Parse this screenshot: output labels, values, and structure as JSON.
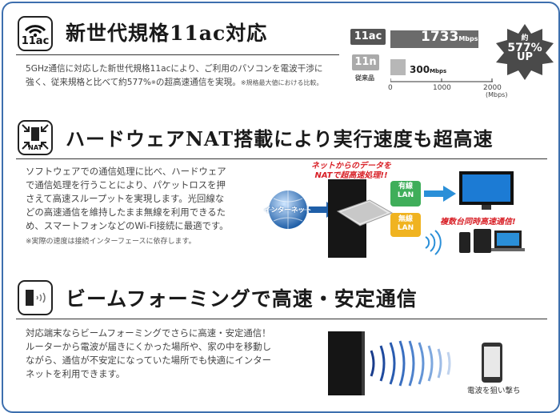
{
  "section1": {
    "icon_label": "11ac",
    "heading": "新世代規格11ac対応",
    "body_line1": "5GHz通信に対応した新世代規格11acにより、ご利用のパソコンを電波干渉に",
    "body_line2": "強く、従来規格と比べて約577%",
    "body_asterisk": "※",
    "body_line2b": "の超高速通信を実現。",
    "body_note": "※規格最大値における比較。",
    "chart": {
      "badge_new": "11ac",
      "badge_old": "11n",
      "old_caption": "従来品",
      "new_value": "1733",
      "old_value": "300",
      "unit": "Mbps",
      "axis_ticks": [
        "0",
        "1000",
        "2000"
      ],
      "axis_unit": "(Mbps)",
      "burst_line1": "約",
      "burst_line2": "577%",
      "burst_line3": "UP"
    }
  },
  "chart_data": {
    "type": "bar",
    "categories": [
      "11ac",
      "11n"
    ],
    "values": [
      1733,
      300
    ],
    "xlim": [
      0,
      2000
    ],
    "unit": "Mbps"
  },
  "section2": {
    "icon_label": "NAT",
    "heading": "ハードウェアNAT搭載により実行速度も超高速",
    "body": [
      "ソフトウェアでの通信処理に比べ、ハードウェア",
      "で通信処理を行うことにより、パケットロスを押",
      "さえて高速スループットを実現します。光回線な",
      "どの高速通信を維持したまま無線を利用できるた",
      "め、スマートフォンなどのWi-Fi接続に最適です。"
    ],
    "note": "※実際の速度は接続インターフェースに依存します。",
    "diagram": {
      "callout_line1": "ネットからのデータを",
      "callout_line2": "NATで超高速処理!!",
      "internet": "インターネット",
      "wired_line1": "有線",
      "wired_line2": "LAN",
      "wireless_line1": "無線",
      "wireless_line2": "LAN",
      "multi": "複数台同時高速通信!"
    }
  },
  "section3": {
    "heading": "ビームフォーミングで高速・安定通信",
    "body": [
      "対応端末ならビームフォーミングでさらに高速・安定通信！",
      "ルーターから電波が届きにくかった場所や、家の中を移動し",
      "ながら、通信が不安定になっていた場所でも快適にインター",
      "ネットを利用できます。"
    ],
    "caption": "電波を狙い撃ち"
  },
  "colors": {
    "frame": "#3d6fae",
    "accent_orange": "#f08a1c",
    "wired_green": "#3fae5a",
    "arrow_blue": "#2a8fd8",
    "red_text": "#d81f26"
  }
}
